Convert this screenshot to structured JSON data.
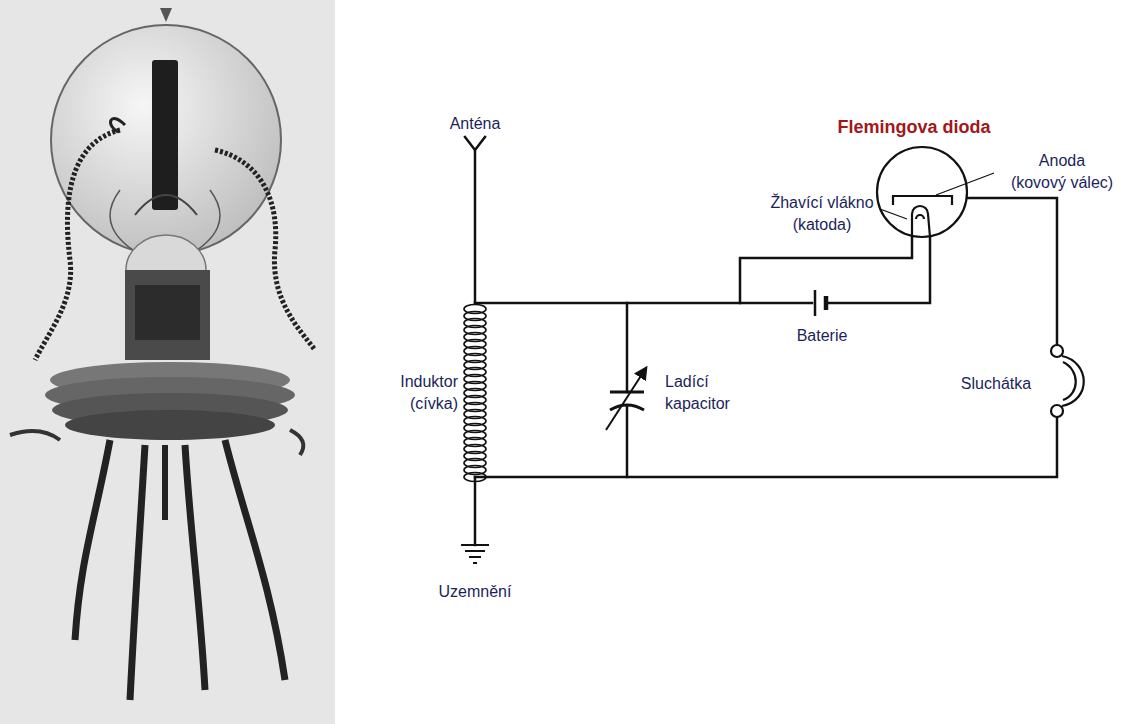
{
  "diagram": {
    "labels": [
      "Anténa",
      "Flemingova dioda",
      "Anoda (kovový válec)",
      "Žhavící vlákno (katoda)",
      "Baterie",
      "Induktor (cívka)",
      "Ladící kapacitor",
      "Sluchátka",
      "Uzemnění"
    ]
  }
}
